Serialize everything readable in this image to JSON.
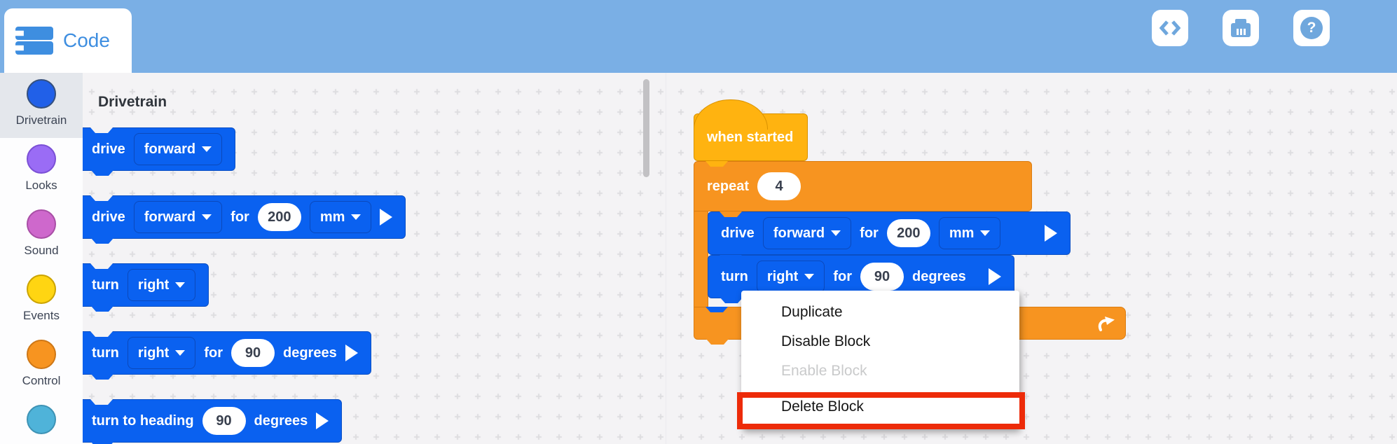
{
  "colors": {
    "header_bg": "#7AAFE5",
    "accent_blue": "#3E8EE0",
    "toolbar_icon_blue": "#6FA7DD",
    "block_blue": "#0A61F0",
    "hat_gold": "#FFB310",
    "control_orange": "#F79420",
    "page_bg": "#F4F3F5",
    "selected_category_bg": "#E4E7EC",
    "highlight_red": "#ED2B09"
  },
  "header": {
    "tab_label": "Code",
    "buttons": [
      {
        "name": "code-view-button",
        "icon": "angle-brackets-icon"
      },
      {
        "name": "brain-button",
        "icon": "brain-icon"
      },
      {
        "name": "help-button",
        "icon": "question-mark-icon",
        "glyph": "?"
      }
    ]
  },
  "sidebar": {
    "categories": [
      {
        "label": "Drivetrain",
        "fill": "#2160E8",
        "border": "#35507E",
        "selected": true
      },
      {
        "label": "Looks",
        "fill": "#9A6CF5",
        "border": "#7B50D6",
        "selected": false
      },
      {
        "label": "Sound",
        "fill": "#CE68CC",
        "border": "#A94FA6",
        "selected": false
      },
      {
        "label": "Events",
        "fill": "#FFD512",
        "border": "#CCA400",
        "selected": false
      },
      {
        "label": "Control",
        "fill": "#F79420",
        "border": "#CE7716",
        "selected": false
      },
      {
        "label": "",
        "fill": "#4FB3D9",
        "border": "#3E93B5",
        "selected": false
      }
    ]
  },
  "palette": {
    "heading": "Drivetrain",
    "blocks": [
      {
        "parts": [
          {
            "t": "text",
            "v": "drive"
          },
          {
            "t": "dd",
            "v": "forward",
            "n": "direction-dropdown"
          }
        ]
      },
      {
        "parts": [
          {
            "t": "text",
            "v": "drive"
          },
          {
            "t": "dd",
            "v": "forward",
            "n": "direction-dropdown"
          },
          {
            "t": "text",
            "v": "for"
          },
          {
            "t": "oval",
            "v": "200",
            "n": "distance-input"
          },
          {
            "t": "dd",
            "v": "mm",
            "n": "unit-dropdown"
          },
          {
            "t": "play"
          }
        ]
      },
      {
        "parts": [
          {
            "t": "text",
            "v": "turn"
          },
          {
            "t": "dd",
            "v": "right",
            "n": "turn-direction-dropdown"
          }
        ]
      },
      {
        "parts": [
          {
            "t": "text",
            "v": "turn"
          },
          {
            "t": "dd",
            "v": "right",
            "n": "turn-direction-dropdown"
          },
          {
            "t": "text",
            "v": "for"
          },
          {
            "t": "oval",
            "v": "90",
            "n": "angle-input"
          },
          {
            "t": "text",
            "v": "degrees"
          },
          {
            "t": "play"
          }
        ]
      },
      {
        "parts": [
          {
            "t": "text",
            "v": "turn to heading"
          },
          {
            "t": "oval",
            "v": "90",
            "n": "heading-input"
          },
          {
            "t": "text",
            "v": "degrees"
          },
          {
            "t": "play"
          }
        ]
      }
    ]
  },
  "workspace": {
    "hat": {
      "parts": [
        {
          "t": "text",
          "v": "when started"
        }
      ]
    },
    "repeat_bar": {
      "parts": [
        {
          "t": "text",
          "v": "repeat"
        },
        {
          "t": "oval",
          "v": "4",
          "n": "repeat-count-input"
        }
      ]
    },
    "inner_blocks": [
      {
        "parts": [
          {
            "t": "text",
            "v": "drive"
          },
          {
            "t": "dd",
            "v": "forward",
            "n": "direction-dropdown"
          },
          {
            "t": "text",
            "v": "for"
          },
          {
            "t": "oval",
            "v": "200",
            "n": "distance-input"
          },
          {
            "t": "dd",
            "v": "mm",
            "n": "unit-dropdown"
          },
          {
            "t": "play"
          }
        ]
      },
      {
        "parts": [
          {
            "t": "text",
            "v": "turn"
          },
          {
            "t": "dd",
            "v": "right",
            "n": "turn-direction-dropdown"
          },
          {
            "t": "text",
            "v": "for"
          },
          {
            "t": "oval",
            "v": "90",
            "n": "angle-input"
          },
          {
            "t": "text",
            "v": "degrees"
          },
          {
            "t": "play"
          }
        ]
      }
    ]
  },
  "context_menu": {
    "items": [
      {
        "label": "Duplicate",
        "enabled": true,
        "highlighted": false
      },
      {
        "label": "Disable Block",
        "enabled": true,
        "highlighted": false
      },
      {
        "label": "Enable Block",
        "enabled": false,
        "highlighted": false
      },
      {
        "label": "Delete Block",
        "enabled": true,
        "highlighted": true
      }
    ]
  }
}
